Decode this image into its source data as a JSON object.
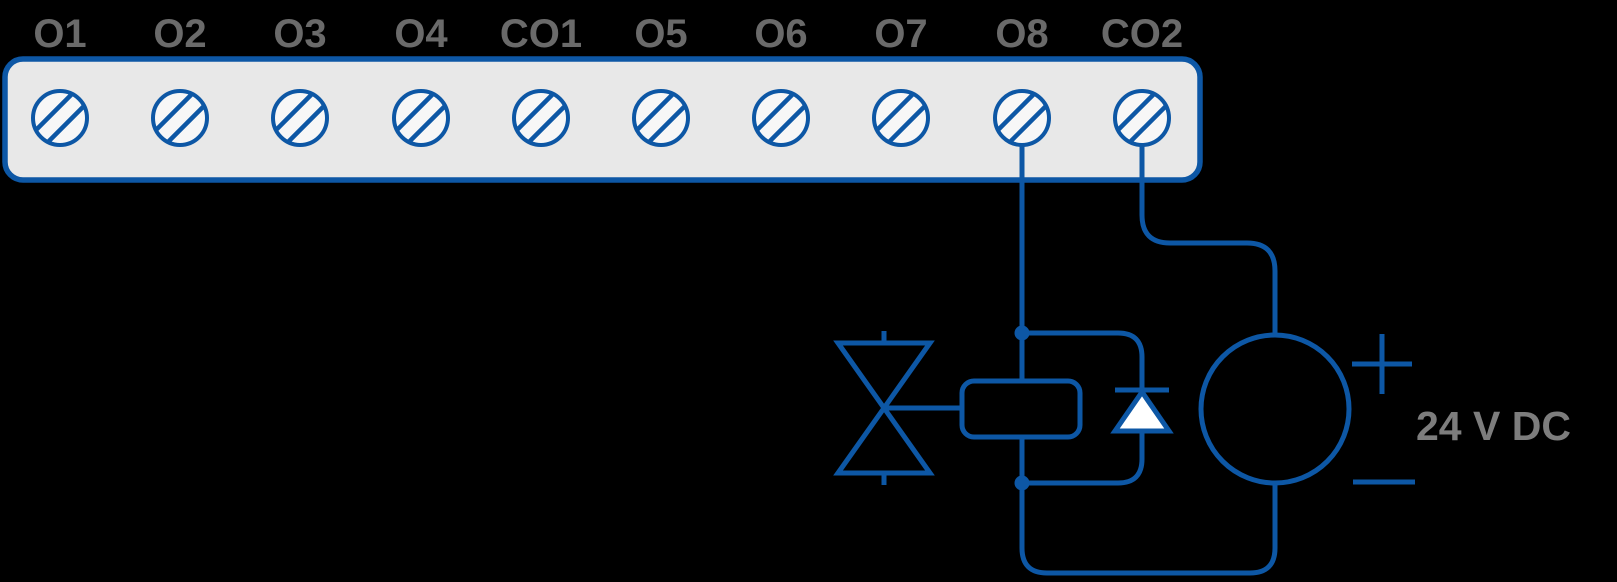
{
  "colors": {
    "background": "#000000",
    "wire_blue": "#0d57a5",
    "terminal_label_gray": "#6a6a6a",
    "power_label_gray": "#7d7d7d",
    "terminal_block_fill": "#e8e8e8",
    "screw_fill": "#f7f7f7",
    "diode_fill": "#ffffff"
  },
  "terminal_block": {
    "terminals": [
      "O1",
      "O2",
      "O3",
      "O4",
      "CO1",
      "O5",
      "O6",
      "O7",
      "O8",
      "CO2"
    ]
  },
  "power_supply": {
    "label": "24 V DC",
    "positive_symbol": "+",
    "negative_symbol": "−"
  },
  "icons": {
    "screw_terminal": "screw-terminal-icon",
    "valve": "valve-icon",
    "solenoid_coil": "solenoid-coil-icon",
    "diode": "diode-icon",
    "dc_source": "dc-power-source-icon"
  }
}
